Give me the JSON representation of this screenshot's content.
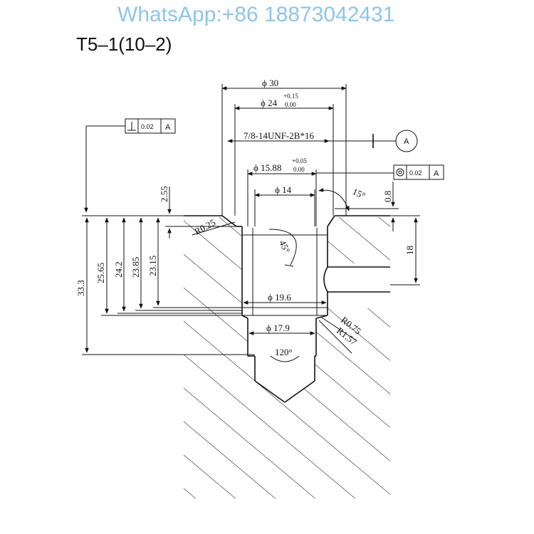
{
  "watermark": "WhatsApp:+86 18873042431",
  "title": "T5–1(10–2)",
  "diameters": {
    "d30": "ϕ 30",
    "d24": "ϕ 24",
    "d24_tol_upper": "+0.15",
    "d24_tol_lower": "0.00",
    "thread": "7/8-14UNF-2B*16",
    "d15_88": "ϕ 15.88",
    "d15_88_tol_upper": "+0.05",
    "d15_88_tol_lower": "0.00",
    "d14": "ϕ 14",
    "d19_6": "ϕ 19.6",
    "d17_9": "ϕ 17.9"
  },
  "vertical_dims": {
    "v2_55": "2.55",
    "v0_8": "0.8",
    "v18": "18",
    "v33_3": "33.3",
    "v25_65": "25.65",
    "v24_2": "24.2",
    "v23_85": "23.85",
    "v23_15": "23.15"
  },
  "angles": {
    "a15": "15°",
    "a45": "45°",
    "a120": "120°"
  },
  "radii": {
    "r0_25": "R0.25",
    "r0_75": "R0.75",
    "r1_57": "R1.57"
  },
  "tolerance_frames": {
    "perpendicularity": {
      "value": "0.02",
      "datum": "A"
    },
    "concentricity": {
      "value": "0.02",
      "datum": "A"
    },
    "datum_label": "A"
  }
}
